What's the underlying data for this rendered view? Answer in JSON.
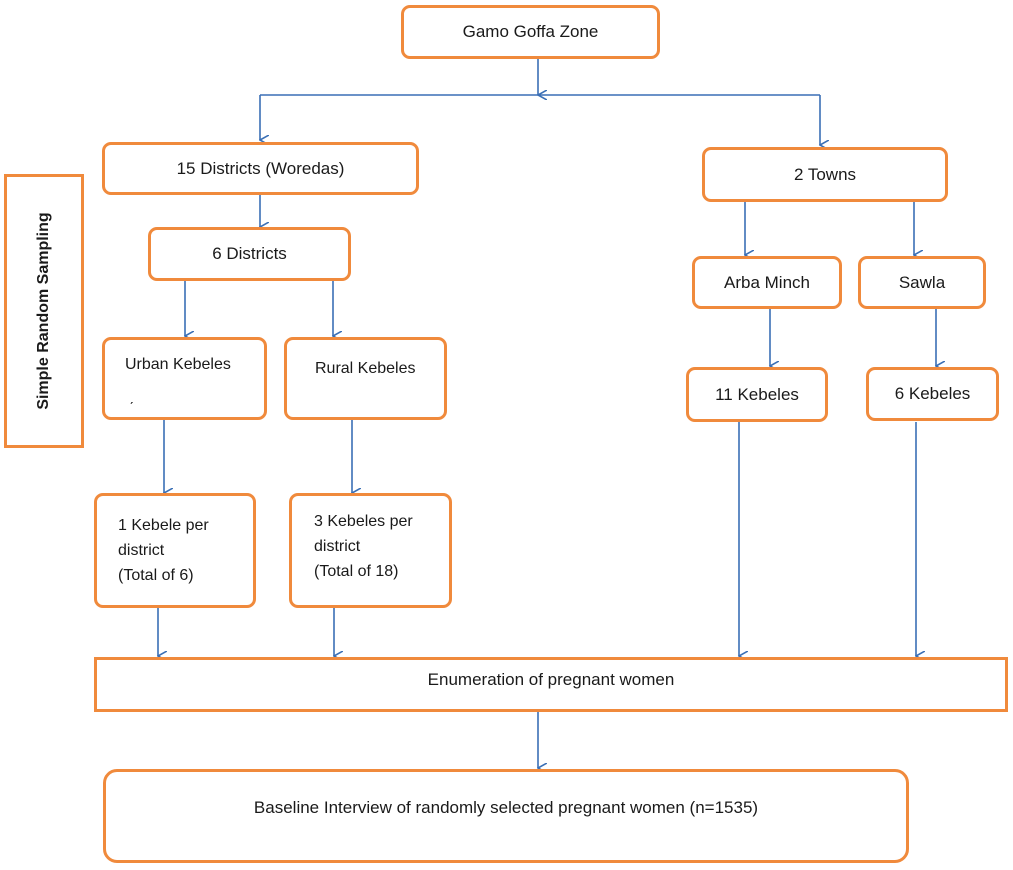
{
  "side_label": "Simple Random Sampling",
  "nodes": {
    "zone": "Gamo Goffa Zone",
    "districts_all": "15 Districts (Woredas)",
    "districts_selected": "6 Districts",
    "urban_kebeles": "Urban Kebeles",
    "urban_mark": "ˏ",
    "rural_kebeles": "Rural Kebeles",
    "urban_selection": {
      "line1": "1 Kebele per",
      "line2": "district",
      "line3": "(Total of 6)"
    },
    "rural_selection": {
      "line1": "3 Kebeles per",
      "line2": "district",
      "line3": "(Total of 18)"
    },
    "towns": "2 Towns",
    "arba_minch": "Arba Minch",
    "sawla": "Sawla",
    "arba_minch_kebeles": "11 Kebeles",
    "sawla_kebeles": "6 Kebeles",
    "enumeration": "Enumeration of pregnant women",
    "baseline": "Baseline Interview of randomly selected pregnant women (n=1535)"
  },
  "colors": {
    "box_border": "#f08a3c",
    "connector": "#3a6fb5"
  }
}
